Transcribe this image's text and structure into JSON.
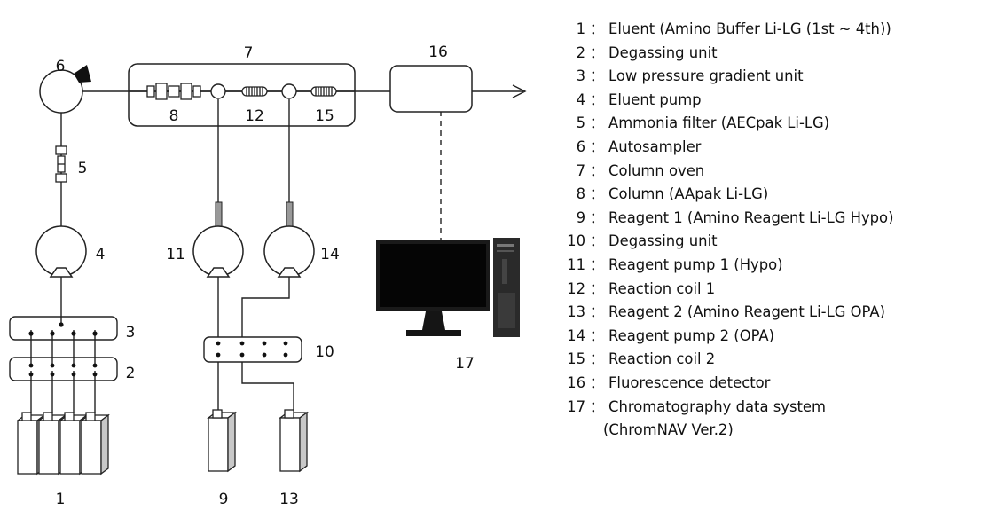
{
  "diagram": {
    "callouts": {
      "n1": "1",
      "n2": "2",
      "n3": "3",
      "n4": "4",
      "n5": "5",
      "n6": "6",
      "n7": "7",
      "n8": "8",
      "n9": "9",
      "n10": "10",
      "n11": "11",
      "n12": "12",
      "n13": "13",
      "n14": "14",
      "n15": "15",
      "n16": "16",
      "n17": "17"
    }
  },
  "legend": {
    "separator": "：",
    "items": [
      {
        "num": "1",
        "text": "Eluent (Amino Buffer Li-LG (1st ~ 4th))"
      },
      {
        "num": "2",
        "text": "Degassing unit"
      },
      {
        "num": "3",
        "text": "Low pressure gradient unit"
      },
      {
        "num": "4",
        "text": "Eluent pump"
      },
      {
        "num": "5",
        "text": "Ammonia filter (AECpak Li-LG)"
      },
      {
        "num": "6",
        "text": "Autosampler"
      },
      {
        "num": "7",
        "text": "Column oven"
      },
      {
        "num": "8",
        "text": "Column (AApak Li-LG)"
      },
      {
        "num": "9",
        "text": "Reagent 1 (Amino Reagent Li-LG Hypo)"
      },
      {
        "num": "10",
        "text": "Degassing unit"
      },
      {
        "num": "11",
        "text": "Reagent pump 1 (Hypo)"
      },
      {
        "num": "12",
        "text": "Reaction coil 1"
      },
      {
        "num": "13",
        "text": "Reagent 2 (Amino Reagent Li-LG OPA)"
      },
      {
        "num": "14",
        "text": "Reagent pump 2 (OPA)"
      },
      {
        "num": "15",
        "text": "Reaction coil 2"
      },
      {
        "num": "16",
        "text": "Fluorescence detector"
      },
      {
        "num": "17",
        "text": "Chromatography data system"
      }
    ],
    "continuation": "(ChromNAV Ver.2)"
  }
}
